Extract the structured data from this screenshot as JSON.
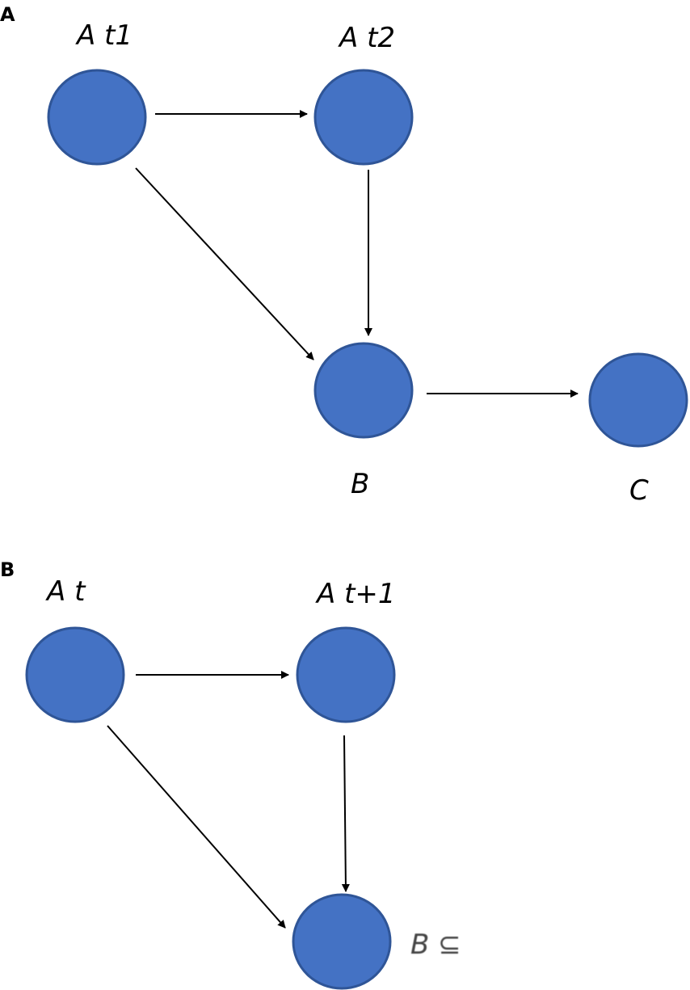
{
  "colors": {
    "node_fill": "#4472C4",
    "node_stroke": "#2F5597",
    "edge": "#000000"
  },
  "panel_a": {
    "label": "A",
    "nodes": {
      "a_t1": "A t1",
      "a_t2": "A t2",
      "b": "B",
      "c": "C"
    },
    "edges": [
      [
        "A t1",
        "A t2"
      ],
      [
        "A t1",
        "B"
      ],
      [
        "A t2",
        "B"
      ],
      [
        "B",
        "C"
      ]
    ]
  },
  "panel_b": {
    "label": "B",
    "nodes": {
      "a_t": "A t",
      "a_t1": "A t+1",
      "b": "B ⊆"
    },
    "edges": [
      [
        "A t",
        "A t+1"
      ],
      [
        "A t",
        "B"
      ],
      [
        "A t+1",
        "B"
      ]
    ]
  }
}
